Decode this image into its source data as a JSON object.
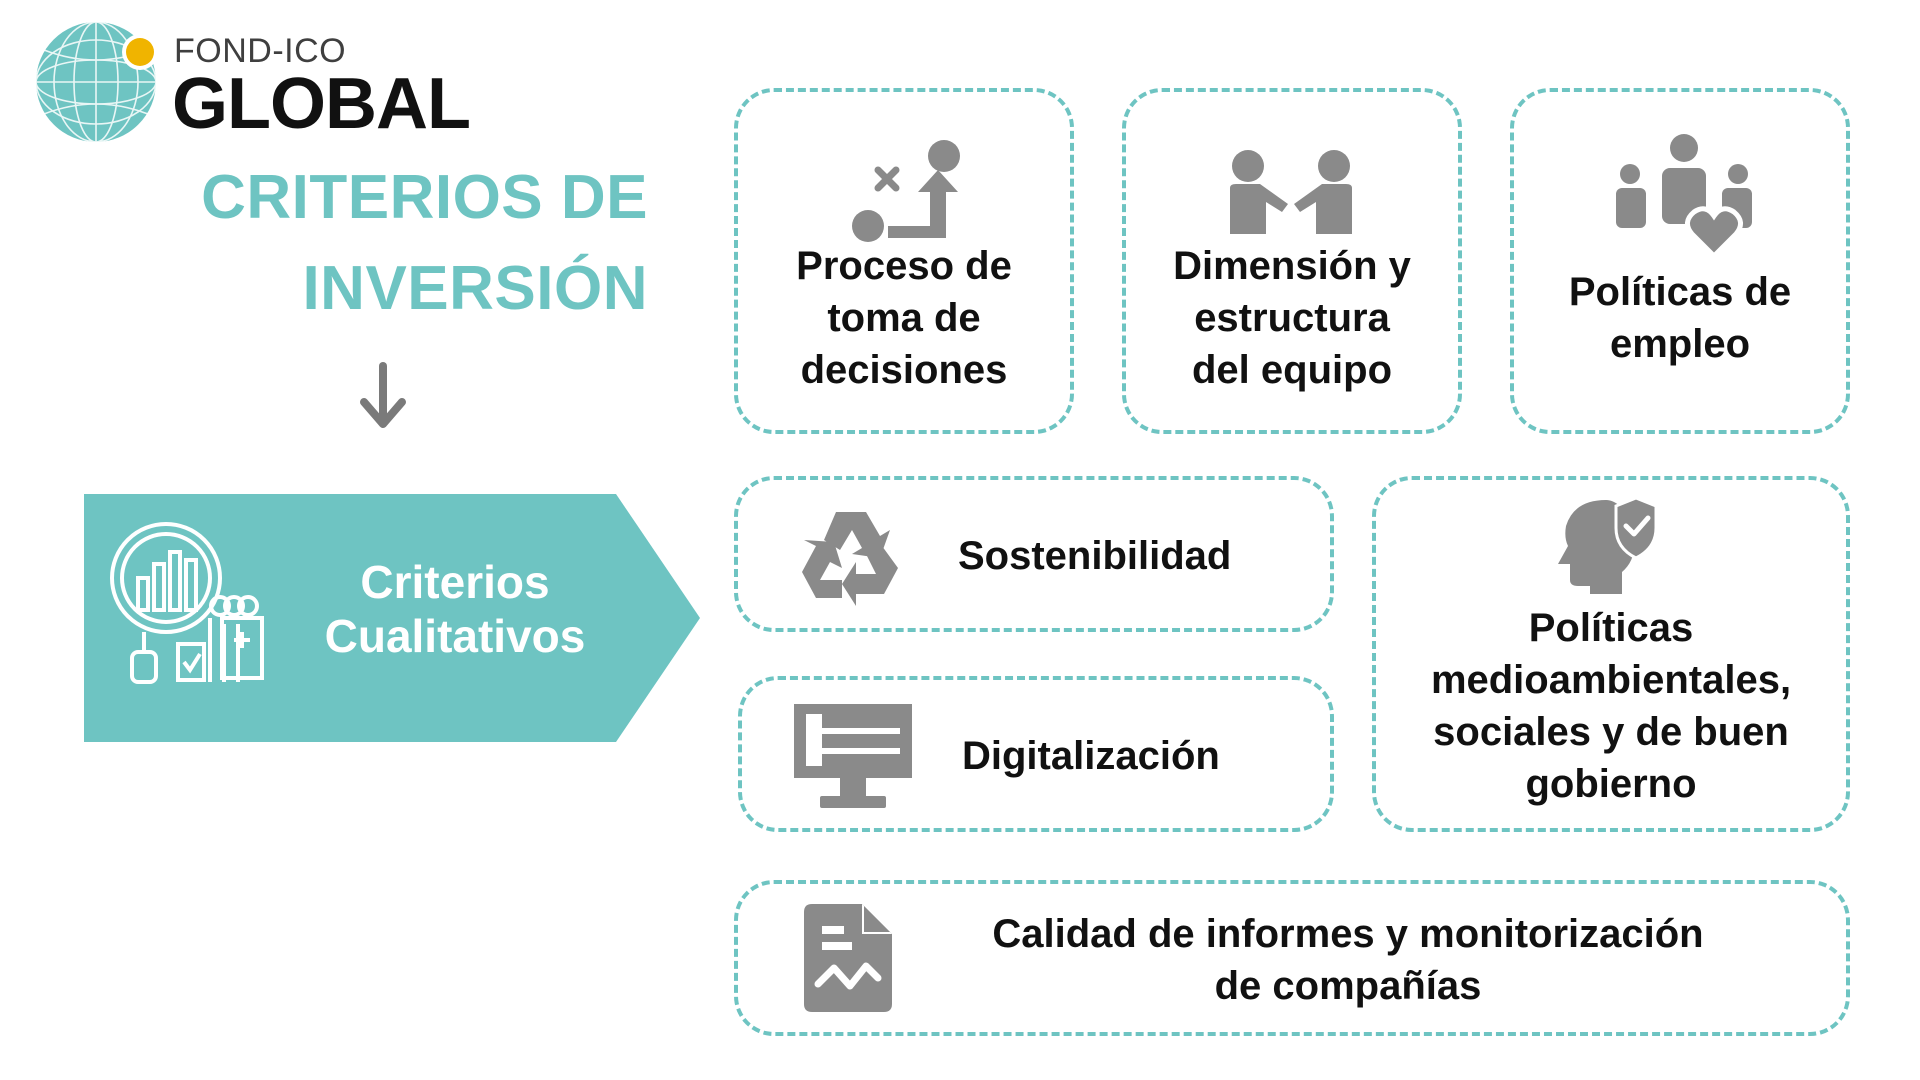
{
  "logo": {
    "top_text": "FOND-ICO",
    "main_text": "GLOBAL",
    "globe_color": "#6ec4c2",
    "dot_color": "#f0b400"
  },
  "title": {
    "line1": "CRITERIOS DE",
    "line2": "INVERSIÓN",
    "color": "#6ec4c2"
  },
  "banner": {
    "line1": "Criterios",
    "line2": "Cualitativos",
    "color": "#6ec4c2",
    "icon": "analysis-magnifier-icon"
  },
  "criteria": [
    {
      "icon": "strategy-decision-icon",
      "lines": [
        "Proceso de",
        "toma de",
        "decisiones"
      ]
    },
    {
      "icon": "handshake-team-icon",
      "lines": [
        "Dimensión y",
        "estructura",
        "del equipo"
      ]
    },
    {
      "icon": "people-heart-icon",
      "lines": [
        "Políticas de",
        "empleo"
      ]
    },
    {
      "icon": "recycle-icon",
      "lines": [
        "Sostenibilidad"
      ]
    },
    {
      "icon": "computer-monitor-icon",
      "lines": [
        "Digitalización"
      ]
    },
    {
      "icon": "head-shield-icon",
      "lines": [
        "Políticas",
        "medioambientales,",
        "sociales y de buen",
        "gobierno"
      ]
    },
    {
      "icon": "report-chart-icon",
      "lines": [
        "Calidad de informes y monitorización",
        "de compañías"
      ]
    }
  ],
  "colors": {
    "accent": "#6ec4c2",
    "icon_gray": "#8a8a8a",
    "text": "#111111"
  }
}
